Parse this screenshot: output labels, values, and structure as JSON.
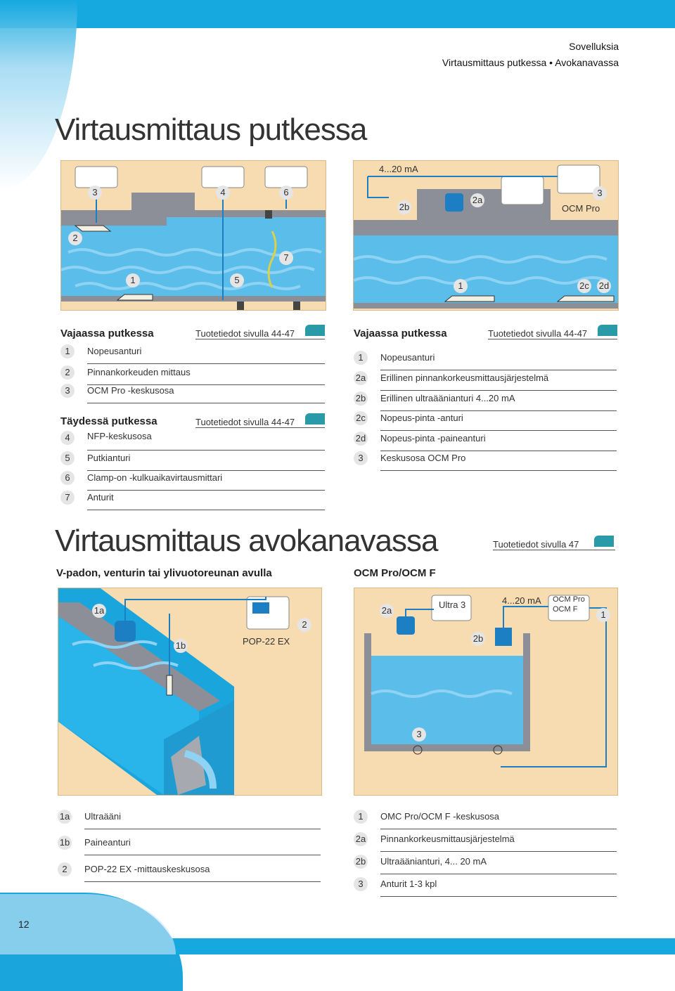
{
  "header": {
    "section": "Sovelluksia",
    "subsection": "Virtausmittaus putkessa • Avokanavassa"
  },
  "title1": "Virtausmittaus putkessa",
  "title2": "Virtausmittaus avokanavassa",
  "page_number": "12",
  "diagram_left": {
    "labels": [
      "3",
      "4",
      "6",
      "2",
      "7",
      "1",
      "5"
    ]
  },
  "diagram_right": {
    "labels": [
      "4...20 mA",
      "3",
      "2b",
      "2a",
      "OCM Pro",
      "1",
      "2c",
      "2d"
    ]
  },
  "left_list": {
    "title": "Vajaassa putkessa",
    "ref": "Tuotetiedot sivulla 44-47",
    "items": [
      {
        "num": "1",
        "label": "Nopeusanturi"
      },
      {
        "num": "2",
        "label": "Pinnankorkeuden mittaus"
      },
      {
        "num": "3",
        "label": "OCM Pro -keskusosa"
      }
    ],
    "title2": "Täydessä putkessa",
    "ref2": "Tuotetiedot sivulla 44-47",
    "items2": [
      {
        "num": "4",
        "label": "NFP-keskusosa"
      },
      {
        "num": "5",
        "label": "Putkianturi"
      },
      {
        "num": "6",
        "label": "Clamp-on -kulkuaikavirtausmittari"
      },
      {
        "num": "7",
        "label": "Anturit"
      }
    ]
  },
  "right_list": {
    "title": "Vajaassa putkessa",
    "ref": "Tuotetiedot sivulla 44-47",
    "items": [
      {
        "num": "1",
        "label": "Nopeusanturi"
      },
      {
        "num": "2a",
        "label": "Erillinen pinnankorkeusmittausjärjestelmä"
      },
      {
        "num": "2b",
        "label": "Erillinen ultraäänianturi 4...20 mA"
      },
      {
        "num": "2c",
        "label": "Nopeus-pinta -anturi"
      },
      {
        "num": "2d",
        "label": "Nopeus-pinta -paineanturi"
      },
      {
        "num": "3",
        "label": "Keskusosa OCM Pro"
      }
    ]
  },
  "open_channel": {
    "ref": "Tuotetiedot sivulla 47",
    "sub_left": "V-padon, venturin tai ylivuotoreunan avulla",
    "sub_right": "OCM Pro/OCM F",
    "diagram_left_labels": [
      "1a",
      "1b",
      "POP-22 EX",
      "2"
    ],
    "diagram_right_labels": [
      "2a",
      "Ultra 3",
      "4...20 mA",
      "OCM Pro",
      "OCM F",
      "1",
      "2b",
      "3"
    ],
    "left_items": [
      {
        "num": "1a",
        "label": "Ultraääni"
      },
      {
        "num": "1b",
        "label": "Paineanturi"
      },
      {
        "num": "2",
        "label": "POP-22 EX -mittauskeskusosa"
      }
    ],
    "right_items": [
      {
        "num": "1",
        "label": "OMC Pro/OCM F -keskusosa"
      },
      {
        "num": "2a",
        "label": "Pinnankorkeusmittausjärjestelmä"
      },
      {
        "num": "2b",
        "label": "Ultraäänianturi, 4... 20 mA"
      },
      {
        "num": "3",
        "label": "Anturit 1-3 kpl"
      }
    ]
  },
  "colors": {
    "brand_blue": "#16a9e0",
    "water": "#5bbdea",
    "sand": "#f6dcb0",
    "pipe": "#8d8f98",
    "teal": "#2a9aa8"
  }
}
